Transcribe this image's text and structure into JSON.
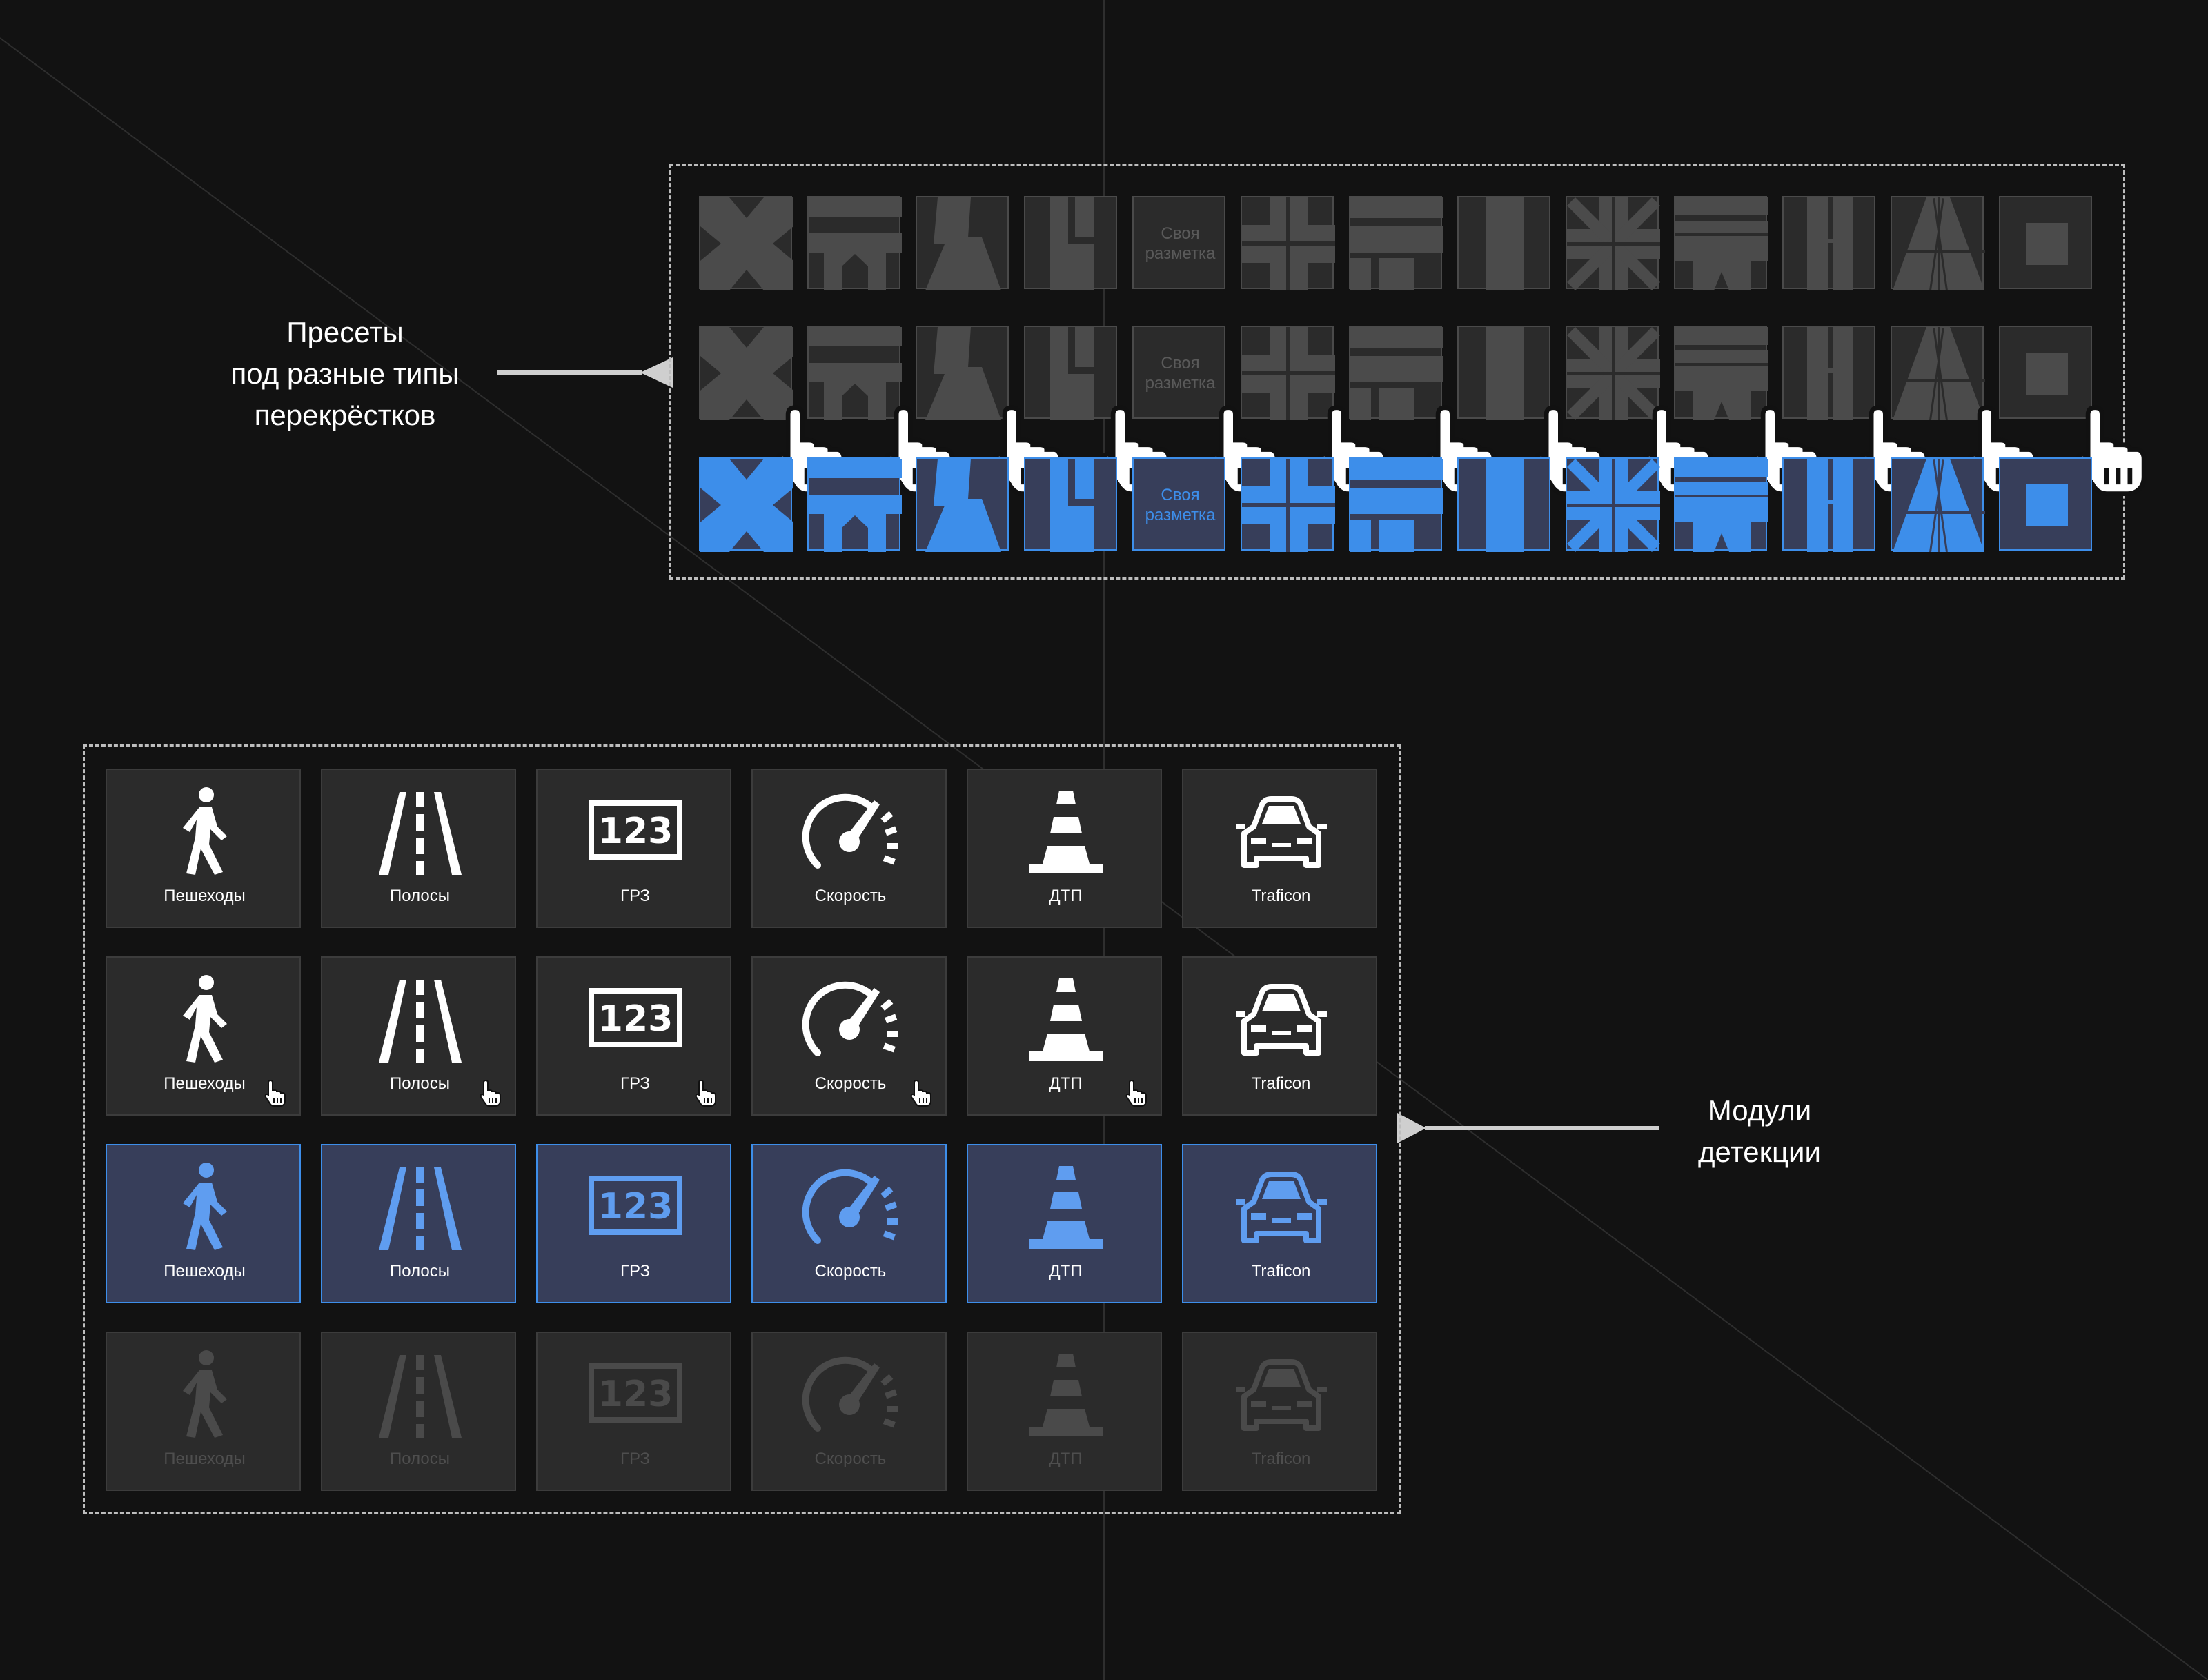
{
  "annotations": {
    "presets": [
      "Пресеты",
      "под разные типы",
      "перекрёстков"
    ],
    "modules": [
      "Модули",
      "детекции"
    ]
  },
  "preset_custom_label": [
    "Своя",
    "разметка"
  ],
  "preset_icons": [
    "cross-intersection-icon",
    "t-junction-y-icon",
    "road-shift-icon",
    "lane-shift-icon",
    "custom-markup-icon",
    "offset-cross-icon",
    "t-junction-double-icon",
    "straight-road-icon",
    "star-intersection-icon",
    "t-junction-star-icon",
    "double-road-icon",
    "multilane-road-icon",
    "square-zone-icon"
  ],
  "preset_states": [
    "default",
    "hover",
    "selected"
  ],
  "modules": [
    {
      "label": "Пешеходы",
      "icon": "pedestrian-icon"
    },
    {
      "label": "Полосы",
      "icon": "lanes-icon"
    },
    {
      "label": "ГРЗ",
      "icon": "license-plate-icon"
    },
    {
      "label": "Скорость",
      "icon": "speedometer-icon"
    },
    {
      "label": "ДТП",
      "icon": "traffic-cone-icon"
    },
    {
      "label": "Traficon",
      "icon": "car-icon"
    }
  ],
  "module_states": [
    "default",
    "hover",
    "selected",
    "disabled"
  ],
  "colors": {
    "background": "#121212",
    "cell_default": "#2b2b2b",
    "cell_border": "#4a4a4a",
    "preset_shape_default": "#4b4b4b",
    "accent_blue": "#3d8eea",
    "selected_bg": "#373e5a",
    "icon_default": "#ffffff",
    "icon_selected": "#5f9df0",
    "icon_disabled": "#4a4a4a",
    "text_disabled": "#4e4e4e"
  }
}
